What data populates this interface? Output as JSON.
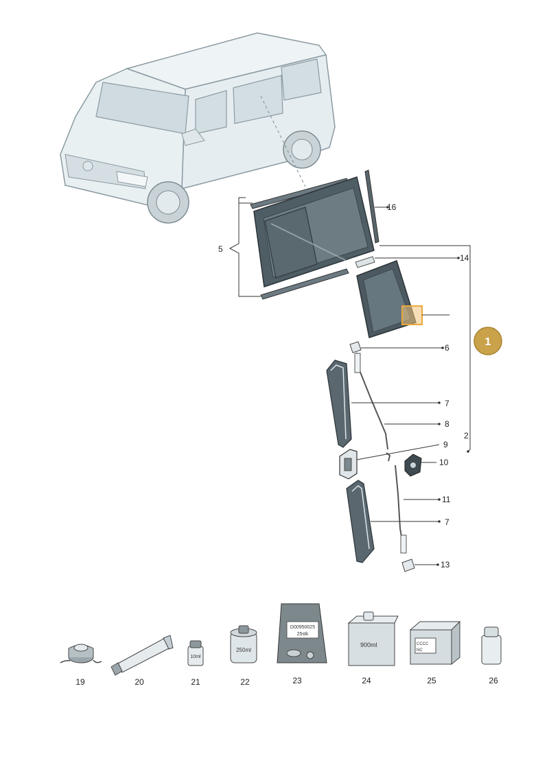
{
  "callouts": {
    "c2": "2",
    "c5": "5",
    "c6": "6",
    "c7a": "7",
    "c7b": "7",
    "c8": "8",
    "c9": "9",
    "c10": "10",
    "c11": "11",
    "c13": "13",
    "c14": "14",
    "c16": "16",
    "c19": "19",
    "c20": "20",
    "c21": "21",
    "c22": "22",
    "c23": "23",
    "c24": "24",
    "c25": "25",
    "c26": "26"
  },
  "badge": {
    "label": "1"
  },
  "products": {
    "p21_text": "10ml",
    "p22_text": "250ml",
    "p23_line1": "D00950025",
    "p23_line2": "25stk",
    "p24_text": "900ml",
    "p25_line1": "CCCC",
    "p25_line2": "NC"
  },
  "colors": {
    "line": "#333333",
    "badge_fill": "#c9a24a",
    "highlight": "#e8a83a",
    "glass": "#5b6a72",
    "body": "#e4ecef"
  }
}
